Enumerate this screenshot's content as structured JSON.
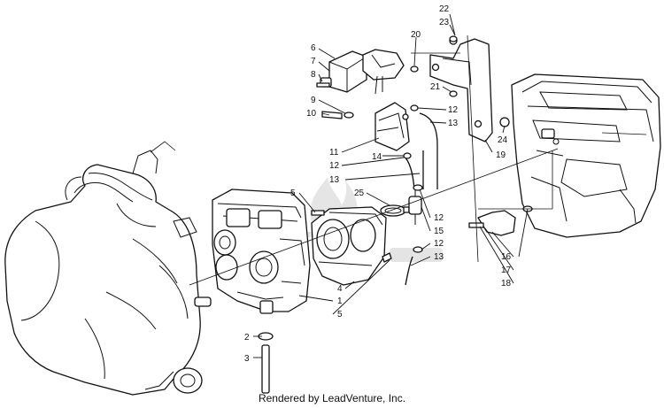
{
  "credit": "Rendered by LeadVenture, Inc.",
  "callouts": [
    {
      "id": "c22",
      "label": "22"
    },
    {
      "id": "c23",
      "label": "23"
    },
    {
      "id": "c20",
      "label": "20"
    },
    {
      "id": "c6",
      "label": "6"
    },
    {
      "id": "c7",
      "label": "7"
    },
    {
      "id": "c8",
      "label": "8"
    },
    {
      "id": "c9",
      "label": "9"
    },
    {
      "id": "c10",
      "label": "10"
    },
    {
      "id": "c21",
      "label": "21"
    },
    {
      "id": "c12a",
      "label": "12"
    },
    {
      "id": "c13a",
      "label": "13"
    },
    {
      "id": "c24",
      "label": "24"
    },
    {
      "id": "c11",
      "label": "11"
    },
    {
      "id": "c12b",
      "label": "12"
    },
    {
      "id": "c14",
      "label": "14"
    },
    {
      "id": "c19",
      "label": "19"
    },
    {
      "id": "c13b",
      "label": "13"
    },
    {
      "id": "c5a",
      "label": "5"
    },
    {
      "id": "c25",
      "label": "25"
    },
    {
      "id": "c12c",
      "label": "12"
    },
    {
      "id": "c15",
      "label": "15"
    },
    {
      "id": "c12d",
      "label": "12"
    },
    {
      "id": "c13c",
      "label": "13"
    },
    {
      "id": "c16",
      "label": "16"
    },
    {
      "id": "c17",
      "label": "17"
    },
    {
      "id": "c18",
      "label": "18"
    },
    {
      "id": "c4",
      "label": "4"
    },
    {
      "id": "c1",
      "label": "1"
    },
    {
      "id": "c5b",
      "label": "5"
    },
    {
      "id": "c2",
      "label": "2"
    },
    {
      "id": "c3",
      "label": "3"
    }
  ]
}
